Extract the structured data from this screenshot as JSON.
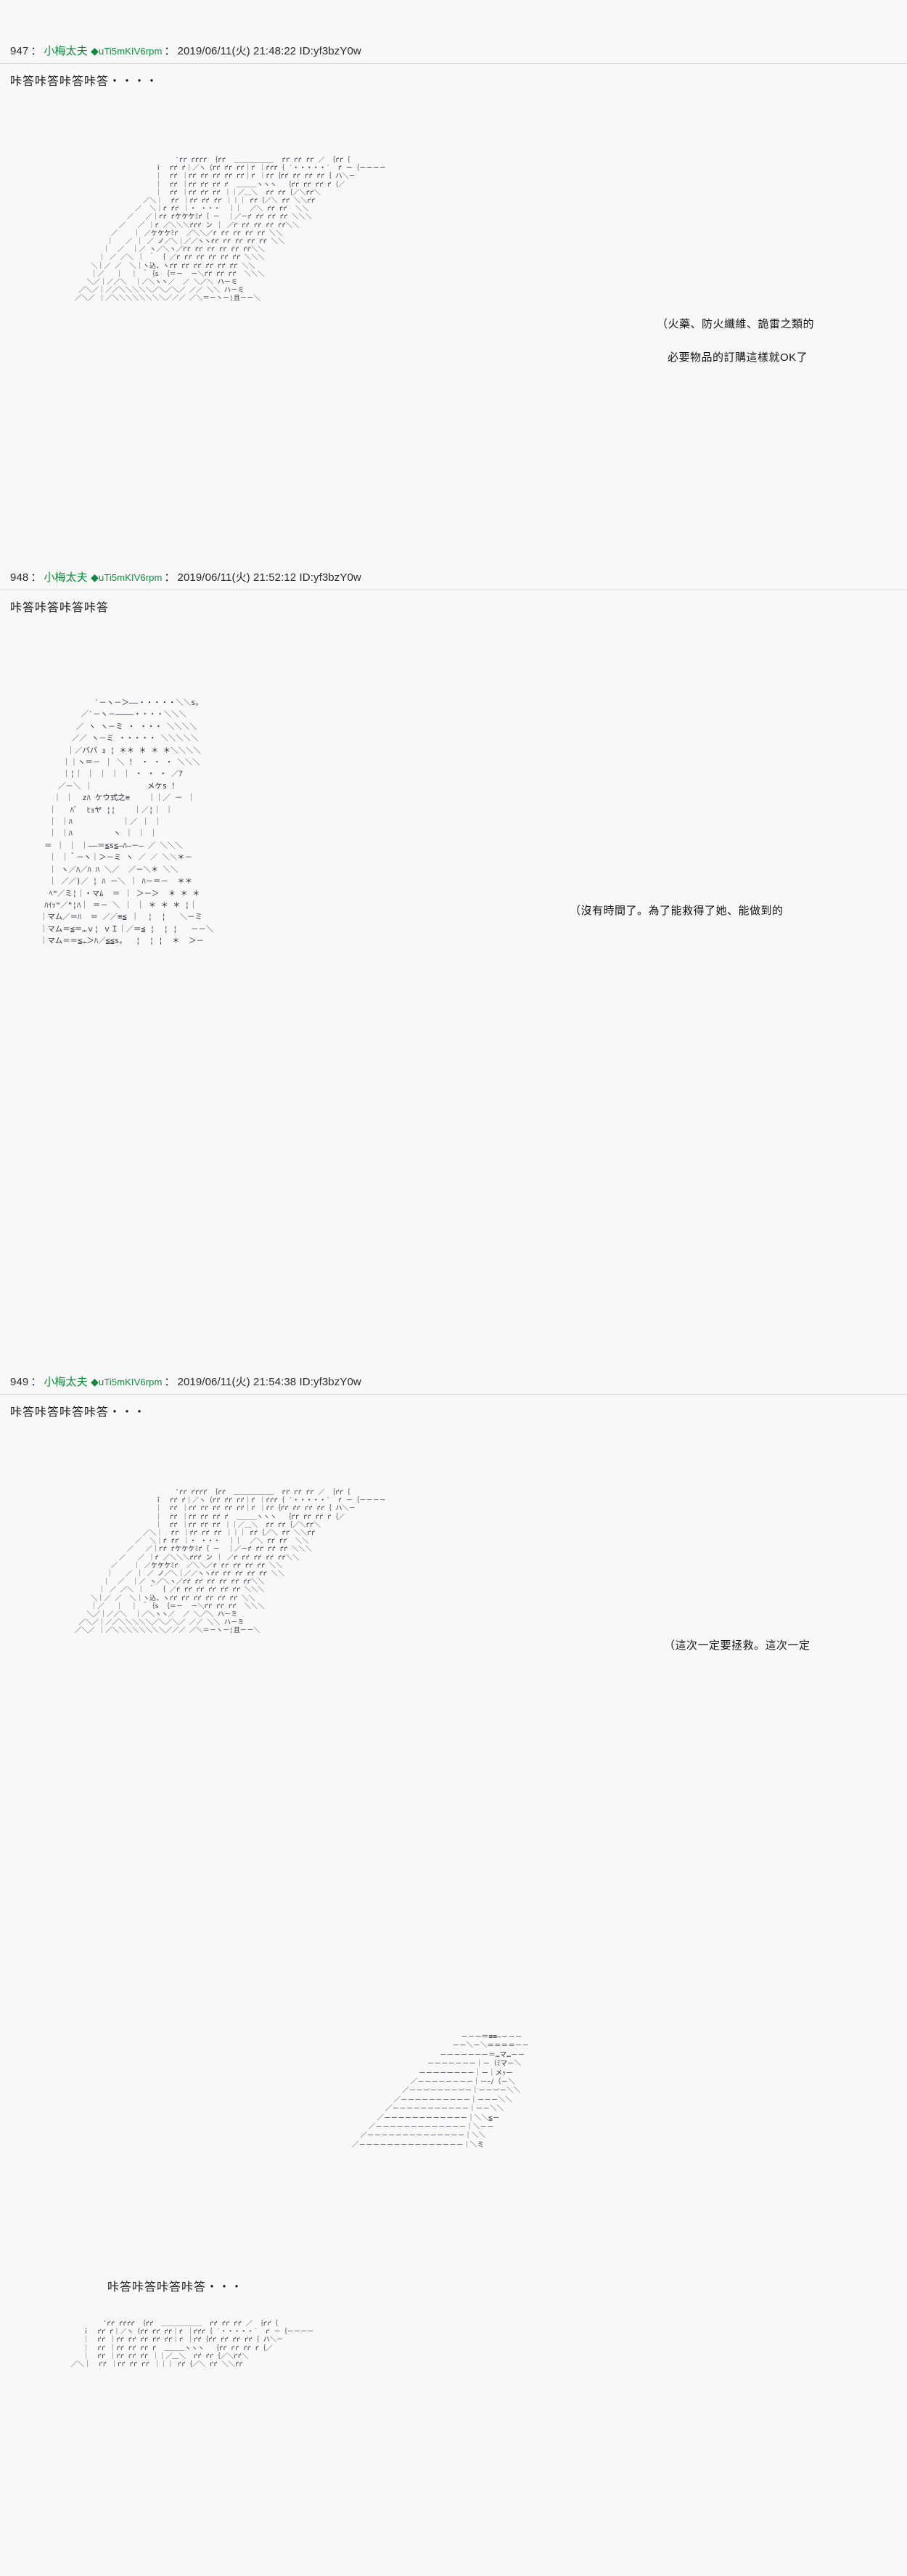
{
  "meta": {
    "background_color": "#f8f8f8",
    "text_color": "#1a1a1a",
    "name_color": "#0b8c3a",
    "diamond_glyph": "◆"
  },
  "posts": [
    {
      "number": "947",
      "sep1": "：",
      "name": "小梅太夫",
      "diamond": "◆",
      "tripcode": "uTi5mKIV6rpm",
      "sep2": "：",
      "date": "2019/06/11(火) 21:48:22",
      "id": "ID:yf3bzY0w",
      "sfx": "咔答咔答咔答咔答・・・・",
      "dialogue": [
        "（火藥、防火纖維、詭雷之類的",
        "必要物品的訂購這樣就OK了"
      ],
      "aa": [
        "                                        ʹґґ ґґґґ ｛ґґ  ＿＿＿＿＿＿  ґґ ґґ ґґ ／ ｛ґґ｛",
        "                                   ｉ  ґґ ґ｜／ヽ（ґґ ґґ ґґ｜ґ ｜ґґґ｛ ˊ・・・・・ˊ  ґ －｛－－－－",
        "                                   ｜  ґґ ｜ґґ ґґ ґґ ґґ ґґ｜ґ ｜ґґ｛ґґ ґґ ґґ ґґ｛ ハ＼－",
        "                                   ｜  ґґ ｜ґґ ґґ ґґ ґ  ＿＿＿ヽヽヽ  ｛ґґ ґґ ґґ ґ｛／",
        "                                   ｜  ґґ ｜ґґ ґґ ґґ ｜｜／＿＼  ґґ ґґ｛／＼ґґ＼",
        "                                ／＼｜  ґґ ｜ґґ ґґ ґґ ｜｜｜ ґґ｛／＼ ґґ ＼＼ґґ",
        "                              ／  ＼｜ґ ґґ ｜・ ・・・  ｜｜  ／＼ ґґ ґґ  ＼＼",
        "                            ／   ／｜ґґ ґケケケﾐґ｛ －  ｜／－ґ ґґ ґґ ґґ ＼＼＼",
        "                          ／   ／ ｜ґ ／＼＼＼ґґґ ン ｜ ／ґ ґґ ґґ ґґ ґґ＼＼",
        "                        ／    ｜ ／ケケケﾐґ  ／＼＼／ґ ґґ ґґ ґґ ґґ ＼＼",
        "                       ｜   ／ ｜ ／ ノ／＼｜／／ヽヽґґ ґґ ґґ ґґ ґґ ＼＼",
        "                      ｜  ／  ｜／ ヽ／＼ヽ／ґґ ґґ ґґ ґґ ґґ ґґ＼＼",
        "                     ｜ ／ ／＼ ｜ ＾ ｛ ／ґ ґґ ґґ ґґ ґґ ґґ ＼＼＼",
        "                   ＼｜／ ／  ＼｜ヽ込、ヽґґ ґґ ґґ ґґ ґґ ґґ ＼＼",
        "                   ｜／   ｜  ｜ ＾｛s ｛＝－  －＼ґґ ґґ ґґ  ＼＼＼",
        "                  ＼／｜／／＼  ｜／＼ヽヽ／  ／ ＼／＼ ハ－ミ",
        "                ／＼／｜／／＼＼＼＼＼／＼／＼／ ／／ ＼＼ ハ－ミ",
        "               ／＼／ ｜／＼＼＼＼＼＼＼＼／／／ ／＼＝－ヽ－¦且－－＼"
      ]
    },
    {
      "number": "948",
      "sep1": "：",
      "name": "小梅太夫",
      "diamond": "◆",
      "tripcode": "uTi5mKIV6rpm",
      "sep2": "：",
      "date": "2019/06/11(火) 21:52:12",
      "id": "ID:yf3bzY0w",
      "sfx": "咔答咔答咔答咔答",
      "dialogue": [
        "（沒有時間了。為了能救得了她、能做到的"
      ],
      "dialogue_emphasis": "她",
      "aa": [
        "                ˊ－ヽ－＞――・・・・・＼＼s。",
        "             ／ˊ－ヽ－――――・・・・＼＼＼",
        "            ／ ヽ ヽ－ミ ・ ・・・ ＼＼＼＼",
        "           ／／ ヽ－ミ ・・・・・ ＼＼＼＼＼",
        "          ｜／ババ ｮ ¦ ＊＊ ＊ ＊ ＊＼＼＼＼",
        "         ｜｜ヽ＝－ ｜ ＼ ！ ・ ・ ・ ＼＼＼",
        "         ｜¦｜ ｜ ｜ ｜ ｜ ・ ・ ・ ／ｱ",
        "        ／－＼ ｜            メケs ！",
        "       ｜ ｜  zﾊ ケウ式之≡    ｜｜／ － ｜",
        "      ｜   ﾊﾞ  ﾋｮヤ ¦¦    ｜／¦｜ ｜",
        "      ｜ ｜ﾊ           ｜／ ｜ ｜",
        "      ｜ ｜ﾊ         ヽ ｜ ｜ ｜",
        "     ＝ ｜ ｜ ｜――＝≦s≦―ﾊ―－― ／ ＼＼＼",
        "      ｜ ｜＾－ヽ｜＞－ミ ヽ ／ ／ ＼＼＊－",
        "      ｜ ヽ／ﾊ／ﾊ ﾊ ＼／  ／－＼＊ ＼＼",
        "      ｜ ／／)／ ¦ ﾊ －＼ ｜ ﾊ－＝－  ＊＊",
        "      ﾍʺ／ミ¦｜・マﾑ  ＝ ｜ ＞－＞  ＊ ＊ ＊",
        "     ﾊｲｯʺ／ʺ¦ﾊ｜ ＝－ ＼ ｜ ｜ ＊ ＊ ＊ ¦｜",
        "    ｜マム／＝ﾊ  ＝ ／／≡≦ ｜  ¦  ¦   ＼－ミ ",
        "    ｜マム＝≦＝…ｖ¦ ｖＩ｜／＝≦ ¦  ¦ ¦   －－＼",
        "    ｜マム＝＝≦…＞ﾊ／≦≦s。  ¦  ¦ ¦  ＊  ＞－"
      ]
    },
    {
      "number": "949",
      "sep1": "：",
      "name": "小梅太夫",
      "diamond": "◆",
      "tripcode": "uTi5mKIV6rpm",
      "sep2": "：",
      "date": "2019/06/11(火) 21:54:38",
      "id": "ID:yf3bzY0w",
      "sfx": "咔答咔答咔答咔答・・・",
      "sfx2": "咔答咔答咔答咔答・・・",
      "dialogue": [
        "（這次一定要拯救。這次一定"
      ],
      "aa": [
        "                                        ʹґґ ґґґґ ｛ґґ  ＿＿＿＿＿＿  ґґ ґґ ґґ ／ ｛ґґ｛",
        "                                   ｉ  ґґ ґ｜／ヽ（ґґ ґґ ґґ｜ґ ｜ґґґ｛ ˊ・・・・・ˊ  ґ －｛－－－－",
        "                                   ｜  ґґ ｜ґґ ґґ ґґ ґґ ґґ｜ґ ｜ґґ｛ґґ ґґ ґґ ґґ｛ ハ＼－",
        "                                   ｜  ґґ ｜ґґ ґґ ґґ ґ  ＿＿＿ヽヽヽ  ｛ґґ ґґ ґґ ґ｛／",
        "                                   ｜  ґґ ｜ґґ ґґ ґґ ｜｜／＿＼  ґґ ґґ｛／＼ґґ＼",
        "                                ／＼｜  ґґ ｜ґґ ґґ ґґ ｜｜｜ ґґ｛／＼ ґґ ＼＼ґґ",
        "                              ／  ＼｜ґ ґґ ｜・ ・・・  ｜｜  ／＼ ґґ ґґ  ＼＼",
        "                            ／   ／｜ґґ ґケケケﾐґ｛ －  ｜／－ґ ґґ ґґ ґґ ＼＼＼",
        "                          ／   ／ ｜ґ ／＼＼＼ґґґ ン ｜ ／ґ ґґ ґґ ґґ ґґ＼＼",
        "                        ／    ｜ ／ケケケﾐґ  ／＼＼／ґ ґґ ґґ ґґ ґґ ＼＼",
        "                       ｜   ／ ｜ ／ ノ／＼｜／／ヽヽґґ ґґ ґґ ґґ ґґ ＼＼",
        "                      ｜  ／  ｜／ ヽ／＼ヽ／ґґ ґґ ґґ ґґ ґґ ґґ＼＼",
        "                     ｜ ／ ／＼ ｜ ＾ ｛ ／ґ ґґ ґґ ґґ ґґ ґґ ＼＼＼",
        "                   ＼｜／ ／  ＼｜ヽ込、ヽґґ ґґ ґґ ґґ ґґ ґґ ＼＼",
        "                   ｜／   ｜  ｜ ＾｛s ｛＝－  －＼ґґ ґґ ґґ  ＼＼＼",
        "                  ＼／｜／／＼  ｜／＼ヽヽ／  ／ ＼／＼ ハ－ミ",
        "                ／＼／｜／／＼＼＼＼＼／＼／＼／ ／／ ＼＼ ハ－ミ",
        "               ／＼／ ｜／＼＼＼＼＼＼＼＼／／／ ／＼＝－ヽ－¦且－－＼"
      ],
      "aa2": [
        "                                                          －－－＝≡≡―－－－",
        "                                                        －－＼－＼＝＝＝＝－－",
        "                                                     －－－－－－－＝…マ…－－",
        "                                                  －－－－－－－｜－（ﾐマ－＼",
        "                                                －－－－－－－－｜－｜メｯ－",
        "                                              ／－－－－－－－－｜－ｰﾉ（－＼",
        "                                            ／－－－－－－－－－｜－－－－＼＼",
        "                                          ／－－－－－－－－－－｜－－－＼＼",
        "                                        ／－－－－－－－－－－－｜－－＼＼",
        "                                      ／－－－－－－－－－－－－｜＼＼≦－",
        "                                    ／－－－－－－－－－－－－－｜＼－－",
        "                                  ／－－－－－－－－－－－－－－｜＼＼",
        "                                ／－－－－－－－－－－－－－－－｜＼ミ"
      ],
      "aa3": [
        "                      ʹґґ ґґґґ ｛ґґ  ＿＿＿＿＿＿  ґґ ґґ ґґ ／ ｛ґґ｛",
        "                 ｉ  ґґ ґ｜／ヽ（ґґ ґґ ґґ｜ґ ｜ґґґ｛ ˊ・・・・・ˊ  ґ －｛－－－－",
        "                 ｜  ґґ ｜ґґ ґґ ґґ ґґ ґґ｜ґ ｜ґґ｛ґґ ґґ ґґ ґґ｛ ハ＼－",
        "                 ｜  ґґ ｜ґґ ґґ ґґ ґ  ＿＿＿ヽヽヽ  ｛ґґ ґґ ґґ ґ｛／",
        "                 ｜  ґґ ｜ґґ ґґ ґґ ｜｜／＿＼  ґґ ґґ｛／＼ґґ＼",
        "              ／＼｜  ґґ ｜ґґ ґґ ґґ ｜｜｜ ґґ｛／＼ ґґ ＼＼ґґ"
      ]
    }
  ]
}
